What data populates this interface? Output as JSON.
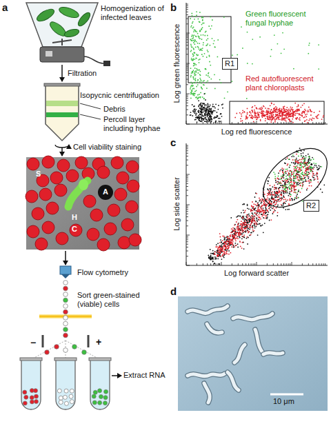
{
  "diagram": {
    "nodes": [
      {
        "text": [
          "R1"
        ]
      },
      {
        "text": [
          "R2"
        ]
      }
    ],
    "labels": [
      "a",
      "Homogenization of infected leaves",
      "Filtration",
      "Isopycnic centrifugation",
      "Debris",
      "Percoll layer including hyphae",
      "Cell viability staining",
      "S",
      "H",
      "A",
      "C",
      "Flow cytometry",
      "Sort green-stained (viable) cells",
      "−",
      "+",
      "Extract RNA",
      "b",
      "Log green fluorescence",
      "Green fluorescent fungal hyphae",
      "Red autofluorescent plant chloroplasts",
      "Log red fluorescence",
      "c",
      "Log side scatter",
      "Log forward scatter",
      "d",
      "10 μm"
    ]
  }
}
